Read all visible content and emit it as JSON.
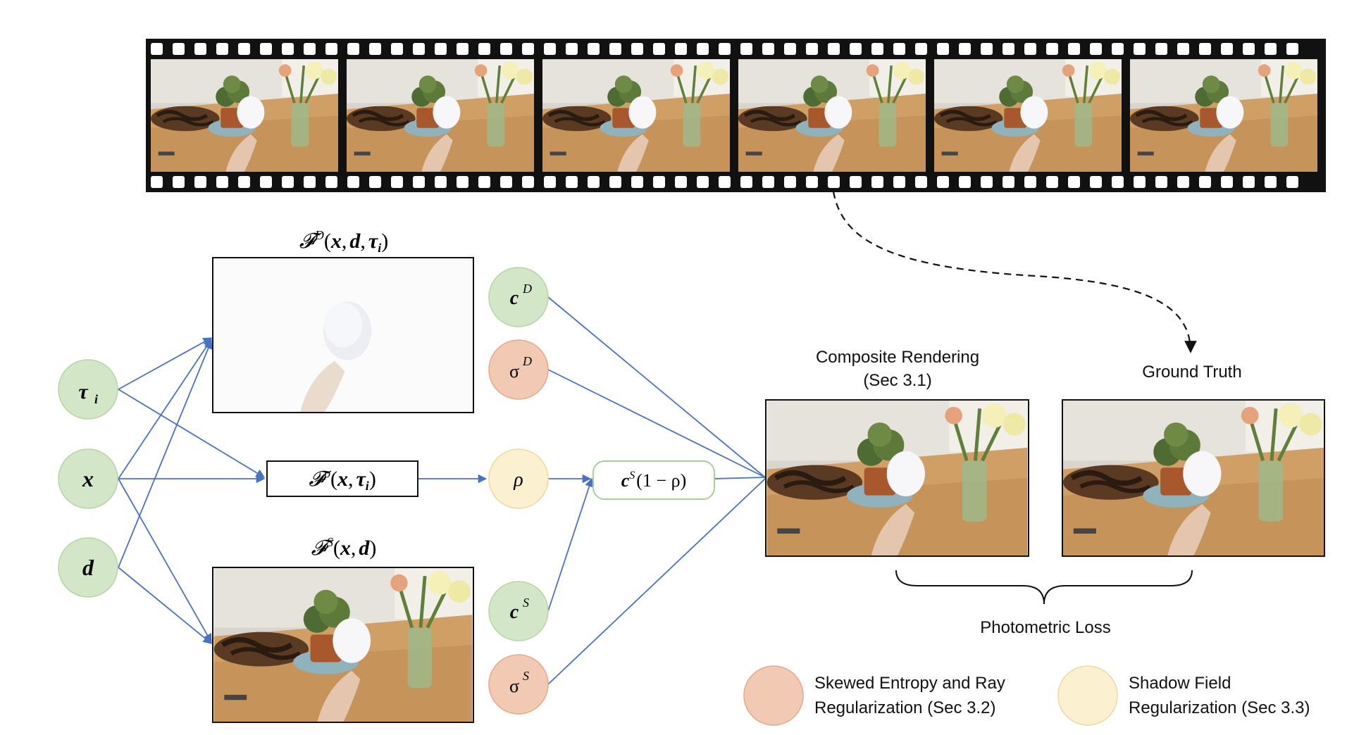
{
  "nodes": {
    "tau": {
      "main": "τ",
      "sub": "i"
    },
    "x": {
      "main": "x"
    },
    "d": {
      "main": "d"
    },
    "cD": {
      "main": "c",
      "sup": "D"
    },
    "sigmaD": {
      "main": "σ",
      "sup": "D"
    },
    "rho": {
      "main": "ρ"
    },
    "cS": {
      "main": "c",
      "sup": "S"
    },
    "sigmaS": {
      "main": "σ",
      "sup": "S"
    }
  },
  "formulas": {
    "fD": {
      "F": "𝓕",
      "sup": "D",
      "args_open": "(",
      "a1": "x",
      "a2": "d",
      "a3": "τ",
      "a3sub": "i",
      "close": ")",
      "sep": ","
    },
    "fS": {
      "F": "𝓕",
      "sup": "S",
      "open": "(",
      "a1": "x",
      "a2": "d",
      "close": ")",
      "sep": ","
    },
    "fRho": {
      "F": "𝓕",
      "sup": "ρ",
      "open": "(",
      "a1": "x",
      "a2": "τ",
      "a2sub": "i",
      "close": ")",
      "sep": ","
    },
    "combine": {
      "c": "c",
      "sup": "S",
      "rest": "(1 − ρ)"
    }
  },
  "labels": {
    "composite_line1": "Composite Rendering",
    "composite_line2": "(Sec 3.1)",
    "ground_truth": "Ground Truth",
    "photometric_loss": "Photometric Loss",
    "legend_entropy_line1": "Skewed Entropy and Ray",
    "legend_entropy_line2": "Regularization  (Sec 3.2)",
    "legend_shadow_line1": "Shadow Field",
    "legend_shadow_line2": "Regularization  (Sec 3.3)"
  },
  "colors": {
    "green_fill": "#d4e6c8",
    "green_stroke": "#b7d4a6",
    "orange_fill": "#f2c9b2",
    "orange_stroke": "#e6a98a",
    "yellow_fill": "#fbf0d0",
    "yellow_stroke": "#ecd9a2",
    "arrow": "#4a72c2",
    "combine_stroke": "#a8cf98",
    "film": "#111111"
  }
}
